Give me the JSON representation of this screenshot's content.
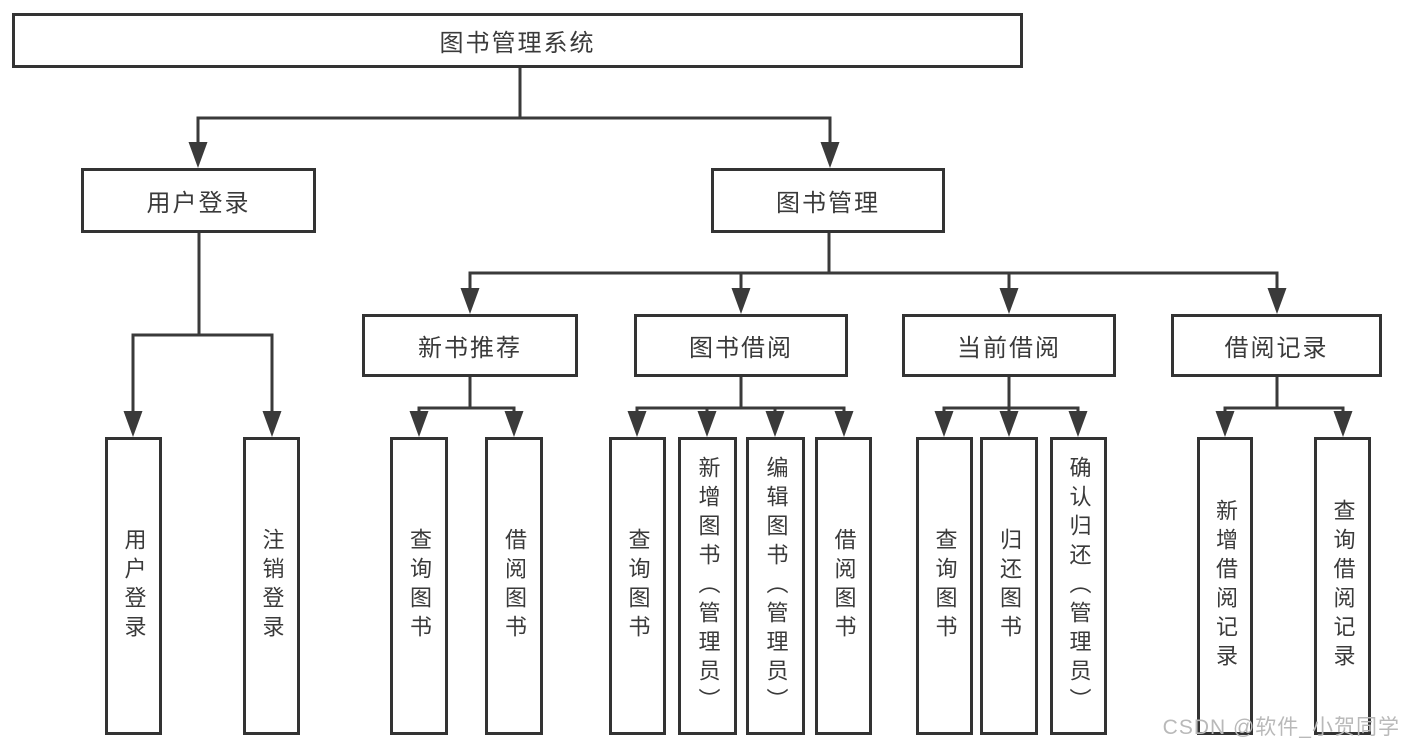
{
  "diagram_title": "图书管理系统",
  "nodes": {
    "root": "图书管理系统",
    "user_login": "用户登录",
    "book_mgmt": "图书管理",
    "new_book_recommend": "新书推荐",
    "book_borrow": "图书借阅",
    "current_borrow": "当前借阅",
    "borrow_records": "借阅记录",
    "leaf_user_login": "用户登录",
    "leaf_logout": "注销登录",
    "leaf_nb_query_books": "查询图书",
    "leaf_nb_borrow_books": "借阅图书",
    "leaf_bb_query_books": "查询图书",
    "leaf_bb_add_books": "新增图书（管理员）",
    "leaf_bb_edit_books": "编辑图书（管理员）",
    "leaf_bb_borrow_books": "借阅图书",
    "leaf_cb_query_books": "查询图书",
    "leaf_cb_return_books": "归还图书",
    "leaf_cb_confirm_return": "确认归还（管理员）",
    "leaf_br_add_record": "新增借阅记录",
    "leaf_br_query_record": "查询借阅记录"
  },
  "watermark": "CSDN @软件_小贺同学",
  "colors": {
    "line": "#3a3a3a",
    "border": "#333333",
    "text": "#3a3a3a",
    "watermark": "#b9b9b9",
    "background": "#ffffff"
  }
}
